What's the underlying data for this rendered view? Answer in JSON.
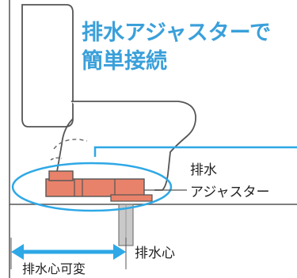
{
  "headline": {
    "line1": "排水アジャスターで",
    "line2": "簡単接続"
  },
  "labels": {
    "adjuster_line1": "排水",
    "adjuster_line2": "アジャスター",
    "drain_center": "排水心",
    "variable_range": "排水心可変"
  },
  "colors": {
    "headline_text": "#3aa0da",
    "blue_accent": "#2ea8e6",
    "adjuster_fill": "#e8826a",
    "outline": "#555555",
    "drain_pipe": "#c9c9c9"
  },
  "icons": {
    "arrow": "double-headed-arrow"
  }
}
